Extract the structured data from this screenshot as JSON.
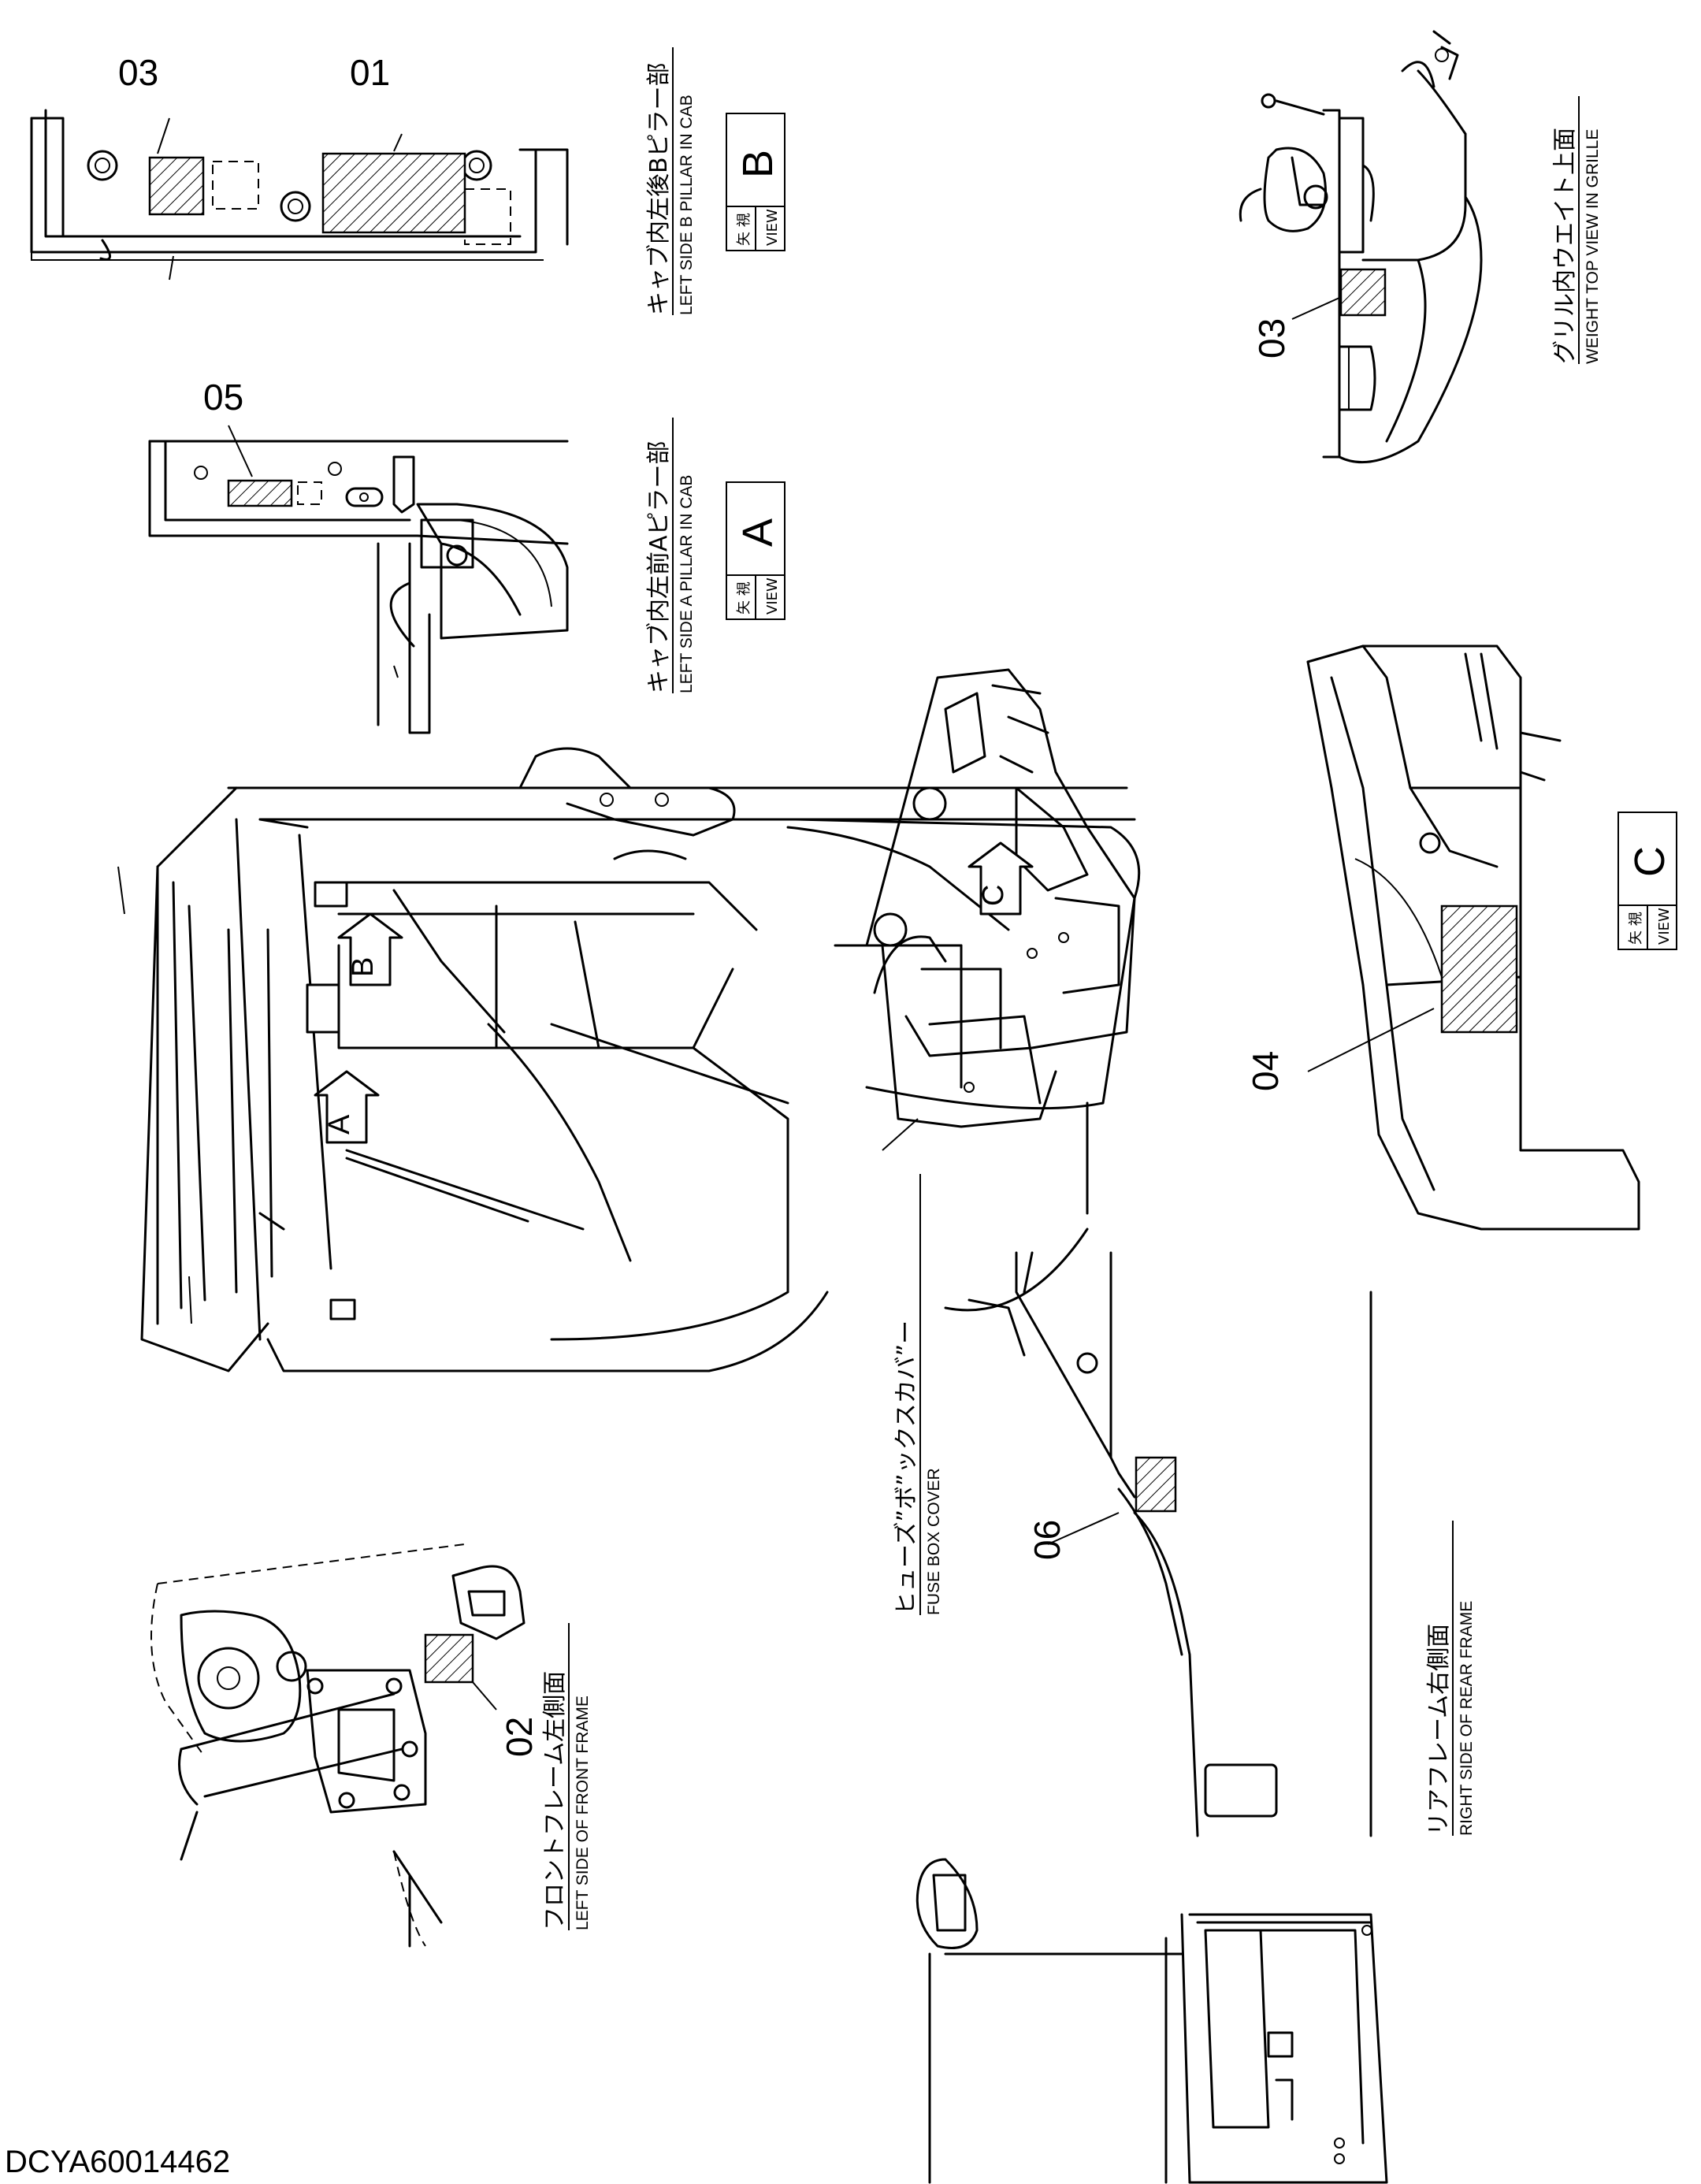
{
  "document_code": "DCYA60014462",
  "callouts": {
    "c01": "01",
    "c02": "02",
    "c03_b": "03",
    "c03_grille": "03",
    "c04": "04",
    "c05": "05",
    "c06": "06"
  },
  "views": {
    "pillar_b": {
      "label_jp": "キャブ内左後Bピラー部",
      "label_en": "LEFT SIDE B PILLAR IN CAB",
      "view_jp": "矢 視",
      "view_en": "VIEW",
      "view_letter": "B"
    },
    "pillar_a": {
      "label_jp": "キャブ内左前Aピラー部",
      "label_en": "LEFT SIDE A PILLAR IN CAB",
      "view_jp": "矢 視",
      "view_en": "VIEW",
      "view_letter": "A"
    },
    "grille": {
      "label_jp": "グリル内ウエイト上面",
      "label_en": "WEIGHT TOP VIEW IN GRILLE"
    },
    "view_c": {
      "view_jp": "矢 視",
      "view_en": "VIEW",
      "view_letter": "C"
    },
    "fuse_box": {
      "label_jp": "ヒューズ”ボ”ックスカバ”ー",
      "label_en": "FUSE BOX COVER"
    },
    "front_frame": {
      "label_jp": "フロントフレーム左側面",
      "label_en": "LEFT SIDE OF FRONT FRAME"
    },
    "rear_frame": {
      "label_jp": "リアフレーム右側面",
      "label_en": "RIGHT SIDE OF REAR FRAME"
    }
  },
  "arrows": {
    "a": "A",
    "b": "B",
    "c": "C"
  }
}
